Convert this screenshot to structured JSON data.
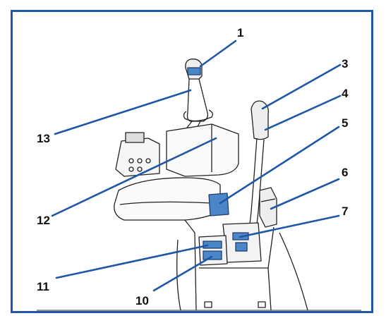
{
  "diagram": {
    "callouts": [
      {
        "label": "1"
      },
      {
        "label": "3"
      },
      {
        "label": "4"
      },
      {
        "label": "5"
      },
      {
        "label": "6"
      },
      {
        "label": "7"
      },
      {
        "label": "10"
      },
      {
        "label": "11"
      },
      {
        "label": "12"
      },
      {
        "label": "13"
      }
    ],
    "colors": {
      "frame": "#1f57a6",
      "leader": "#1f57a6",
      "line_art": "#222222",
      "highlight": "#4a86c8"
    }
  }
}
